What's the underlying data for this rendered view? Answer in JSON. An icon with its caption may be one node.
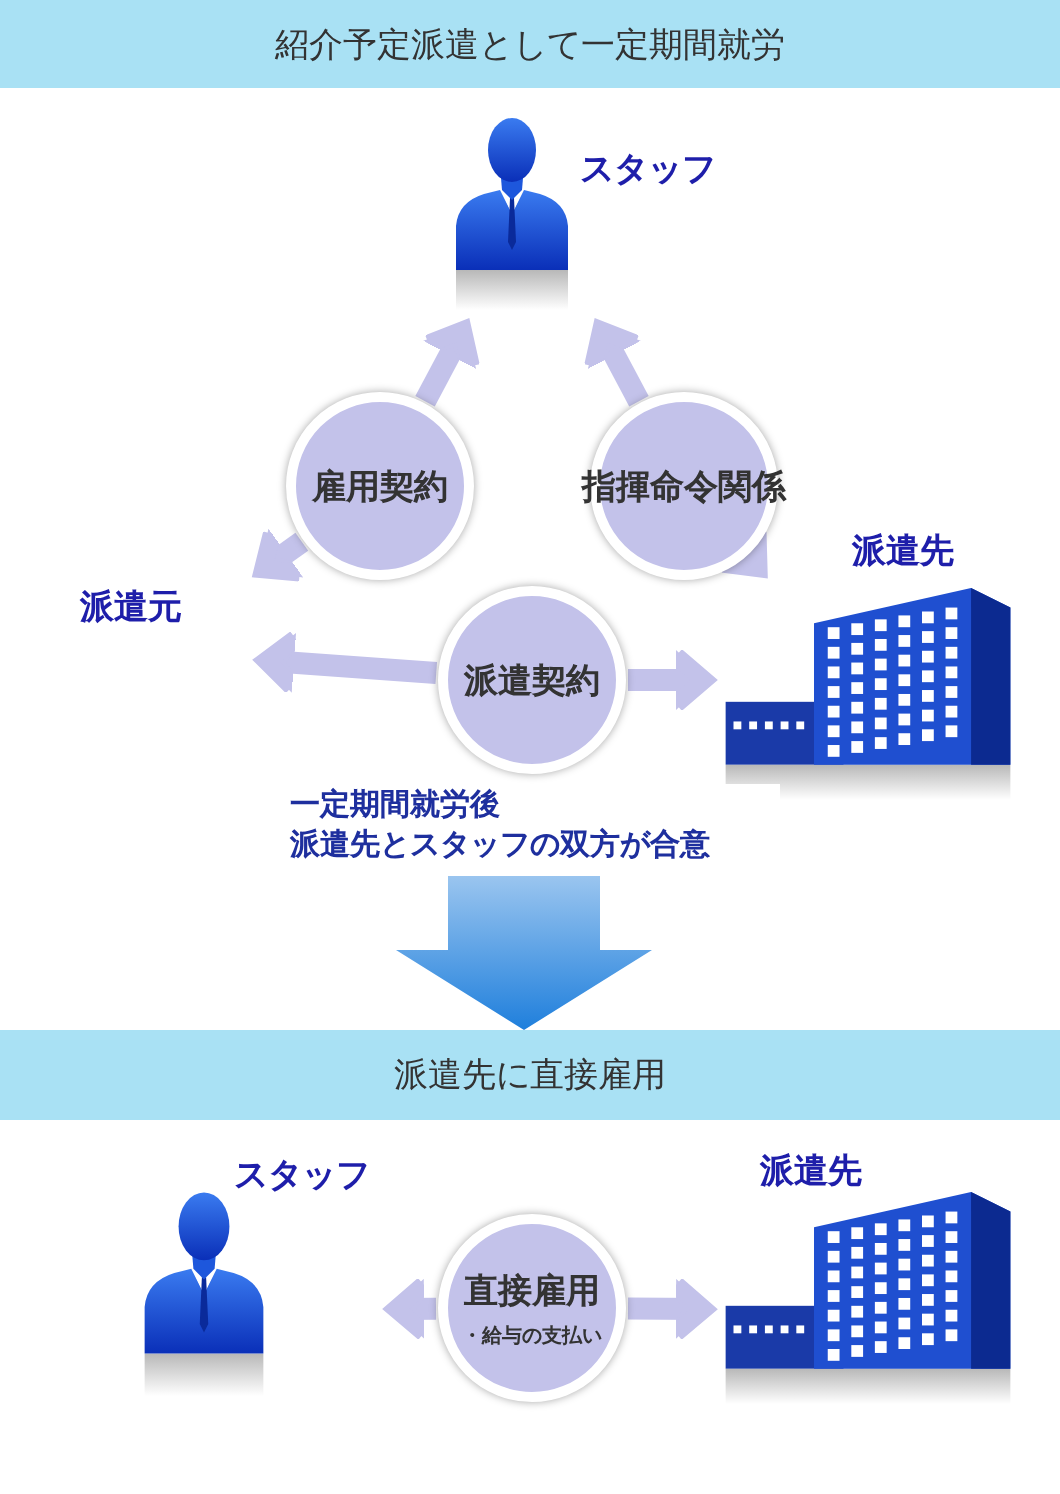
{
  "diagram": {
    "nodes": [
      {
        "text": [
          "紹介予定派遣として一定期間就労"
        ]
      },
      {
        "text": [
          "スタッフ"
        ]
      },
      {
        "text": [
          "雇用契約"
        ]
      },
      {
        "text": [
          "指揮命令関係"
        ]
      },
      {
        "text": [
          "派遣元"
        ]
      },
      {
        "text": [
          "派遣契約"
        ]
      },
      {
        "text": [
          "派遣先"
        ]
      },
      {
        "text": [
          "派遣先に直接雇用"
        ]
      },
      {
        "text": [
          "スタッフ"
        ]
      },
      {
        "text": [
          "直接雇用",
          "・給与の支払い"
        ]
      },
      {
        "text": [
          "派遣先"
        ]
      }
    ],
    "edges": [
      {
        "from": 2,
        "to": 1,
        "arrow": "to"
      },
      {
        "from": 2,
        "to": 4,
        "arrow": "to"
      },
      {
        "from": 3,
        "to": 1,
        "arrow": "to"
      },
      {
        "from": 3,
        "to": 6,
        "arrow": "to"
      },
      {
        "from": 5,
        "to": 4,
        "arrow": "to"
      },
      {
        "from": 5,
        "to": 6,
        "arrow": "to"
      },
      {
        "from": null,
        "to": 7,
        "arrow": "to",
        "label": "一定期間就労後派遣先とスタッフの双方が合意",
        "style": "thick",
        "color": "#1f7fdc"
      },
      {
        "from": 9,
        "to": 8,
        "arrow": "to"
      },
      {
        "from": 9,
        "to": 10,
        "arrow": "to"
      }
    ]
  }
}
